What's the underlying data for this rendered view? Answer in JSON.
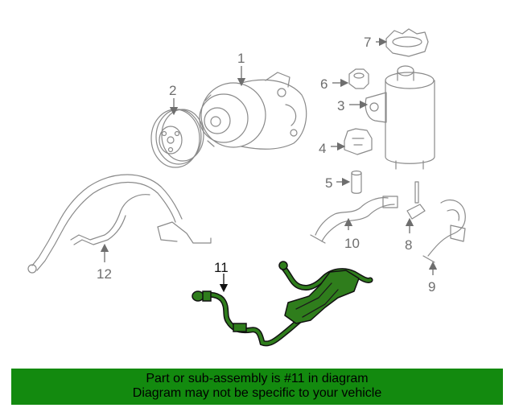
{
  "callouts": {
    "c1": "1",
    "c2": "2",
    "c3": "3",
    "c4": "4",
    "c5": "5",
    "c6": "6",
    "c7": "7",
    "c8": "8",
    "c9": "9",
    "c10": "10",
    "c11": "11",
    "c12": "12"
  },
  "highlight_part": "11",
  "banner": {
    "line1": "Part or sub-assembly is #11 in diagram",
    "line2": "Diagram may not be specific to your vehicle",
    "background": "#138a0f"
  },
  "colors": {
    "highlight_fill": "#2f7d1c",
    "part_stroke": "#8a8a8a"
  }
}
